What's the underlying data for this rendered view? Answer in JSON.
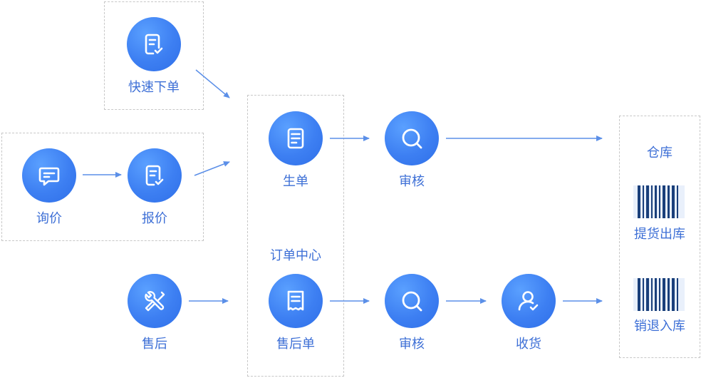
{
  "nodes": {
    "quick_order": "快速下单",
    "inquiry": "询价",
    "quote": "报价",
    "after_sales": "售后",
    "create_order": "生单",
    "after_sales_order": "售后单",
    "review_top": "审核",
    "review_bottom": "审核",
    "receive": "收货"
  },
  "groups": {
    "order_center": "订单中心",
    "warehouse": "仓库"
  },
  "warehouse_items": {
    "pickup_outbound": "提货出库",
    "return_inbound": "销退入库"
  },
  "icons": {
    "quick_order": "document-check-icon",
    "inquiry": "message-icon",
    "quote": "document-check-icon",
    "after_sales": "wrench-screwdriver-icon",
    "create_order": "document-icon",
    "after_sales_order": "receipt-icon",
    "review": "search-icon",
    "receive": "user-check-icon",
    "barcode": "barcode-icon"
  },
  "colors": {
    "accent": "#3d7ff2",
    "label": "#3d6fd6",
    "arrow": "#5b8fe8",
    "dashed_border": "#c7c7c7",
    "barcode_bar": "#1a3f7a",
    "barcode_bg": "#e9f0fb"
  }
}
